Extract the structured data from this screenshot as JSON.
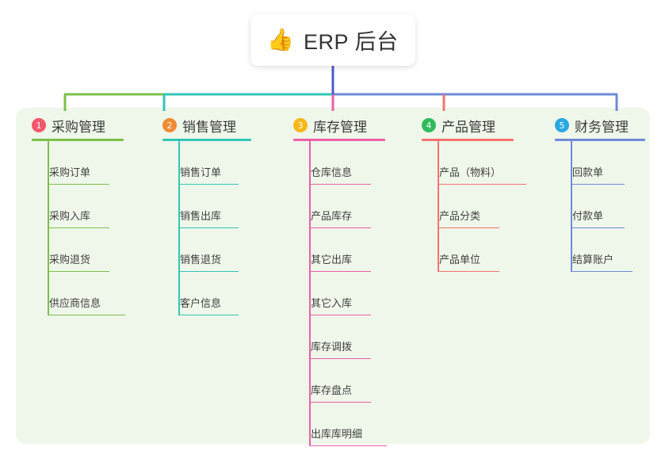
{
  "diagram": {
    "type": "mindmap-org-chart",
    "root": {
      "icon": "thumbs-up-icon",
      "emoji": "👍",
      "title": "ERP 后台"
    },
    "panel_color": "#eff7ea",
    "root_stem_color": "#4e58c8",
    "branches": [
      {
        "number": "1",
        "label": "采购管理",
        "badge_color": "#f4566b",
        "line_color": "#7cc04a",
        "head_rule_width": 116,
        "children": [
          {
            "label": "采购订单",
            "rule_width": 76
          },
          {
            "label": "采购入库",
            "rule_width": 76
          },
          {
            "label": "采购退货",
            "rule_width": 76
          },
          {
            "label": "供应商信息",
            "rule_width": 96
          }
        ]
      },
      {
        "number": "2",
        "label": "销售管理",
        "badge_color": "#f08a34",
        "line_color": "#30c7b5",
        "head_rule_width": 112,
        "children": [
          {
            "label": "销售订单",
            "rule_width": 74
          },
          {
            "label": "销售出库",
            "rule_width": 74
          },
          {
            "label": "销售退货",
            "rule_width": 74
          },
          {
            "label": "客户信息",
            "rule_width": 74
          }
        ]
      },
      {
        "number": "3",
        "label": "库存管理",
        "badge_color": "#f5b819",
        "line_color": "#ec5fa6",
        "head_rule_width": 116,
        "children": [
          {
            "label": "仓库信息",
            "rule_width": 76
          },
          {
            "label": "产品库存",
            "rule_width": 76
          },
          {
            "label": "其它出库",
            "rule_width": 76
          },
          {
            "label": "其它入库",
            "rule_width": 76
          },
          {
            "label": "库存调拨",
            "rule_width": 76
          },
          {
            "label": "库存盘点",
            "rule_width": 76
          },
          {
            "label": "出库库明细",
            "rule_width": 96
          }
        ]
      },
      {
        "number": "4",
        "label": "产品管理",
        "badge_color": "#2fbb5a",
        "line_color": "#f4736e",
        "head_rule_width": 116,
        "children": [
          {
            "label": "产品（物料）",
            "rule_width": 110
          },
          {
            "label": "产品分类",
            "rule_width": 76
          },
          {
            "label": "产品单位",
            "rule_width": 76
          }
        ]
      },
      {
        "number": "5",
        "label": "财务管理",
        "badge_color": "#2aa9e0",
        "line_color": "#6f8ada",
        "head_rule_width": 114,
        "children": [
          {
            "label": "回款单",
            "rule_width": 66
          },
          {
            "label": "付款单",
            "rule_width": 66
          },
          {
            "label": "结算账户",
            "rule_width": 76
          }
        ]
      }
    ]
  }
}
